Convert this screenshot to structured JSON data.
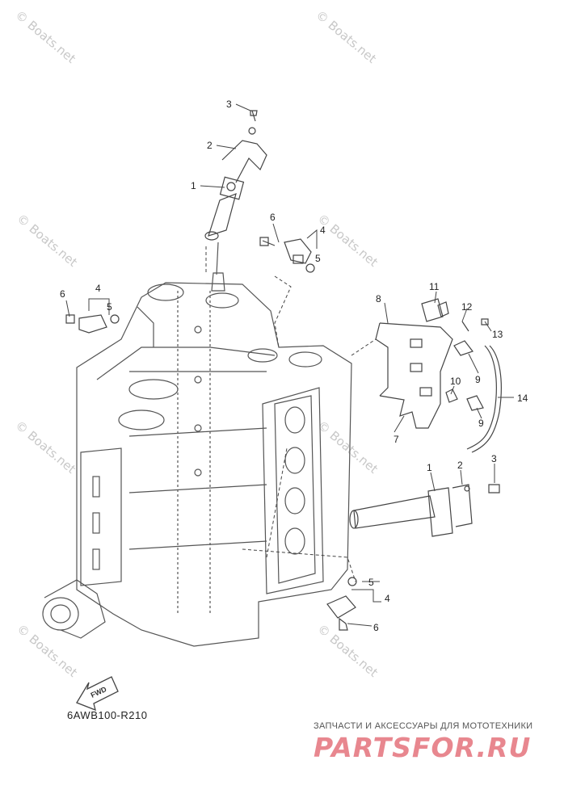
{
  "diagram": {
    "code": "6AWB100-R210",
    "fwd_label": "FWD",
    "callouts": {
      "c1a": "1",
      "c2a": "2",
      "c3a": "3",
      "c4a": "4",
      "c5a": "5",
      "c6a": "6",
      "c4b": "4",
      "c5b": "5",
      "c6b": "6",
      "c7": "7",
      "c8": "8",
      "c9a": "9",
      "c9b": "9",
      "c10": "10",
      "c11": "11",
      "c12": "12",
      "c13": "13",
      "c14": "14",
      "c1b": "1",
      "c2b": "2",
      "c3b": "3",
      "c4c": "4",
      "c5c": "5",
      "c6c": "6"
    },
    "line_color": "#444444",
    "part_color": "#555555"
  },
  "watermark": {
    "text": "© Boats.net",
    "color": "#c8c8c8"
  },
  "branding": {
    "tagline": "ЗАПЧАСТИ И АКСЕССУАРЫ ДЛЯ МОТОТЕХНИКИ",
    "logo": "PARTSFOR.RU",
    "logo_color": "#e8878f"
  }
}
